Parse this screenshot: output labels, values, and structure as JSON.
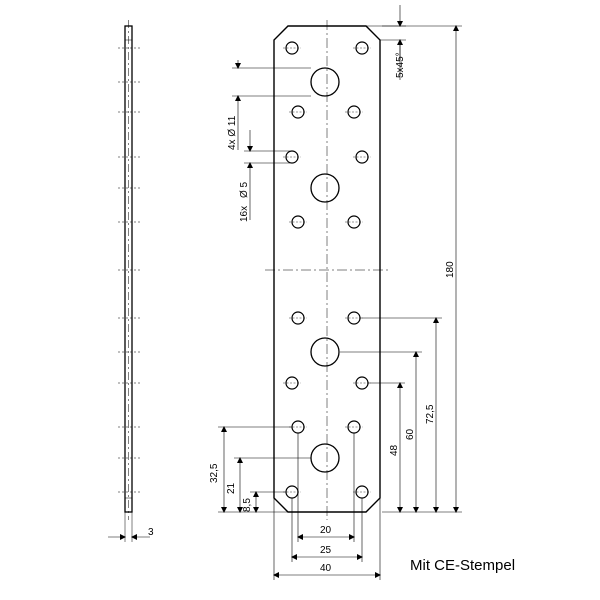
{
  "labels": {
    "chamfer": "5x45°",
    "holes_large": "4x Ø 11",
    "holes_small_count": "16x",
    "holes_small_dia": "Ø 5",
    "overall_length": "180",
    "dim_72_5": "72,5",
    "dim_60": "60",
    "dim_48": "48",
    "dim_32_5": "32,5",
    "dim_21": "21",
    "dim_8_5": "8,5",
    "dim_20": "20",
    "dim_25": "25",
    "dim_40": "40",
    "thickness": "3",
    "caption": "Mit CE-Stempel"
  }
}
